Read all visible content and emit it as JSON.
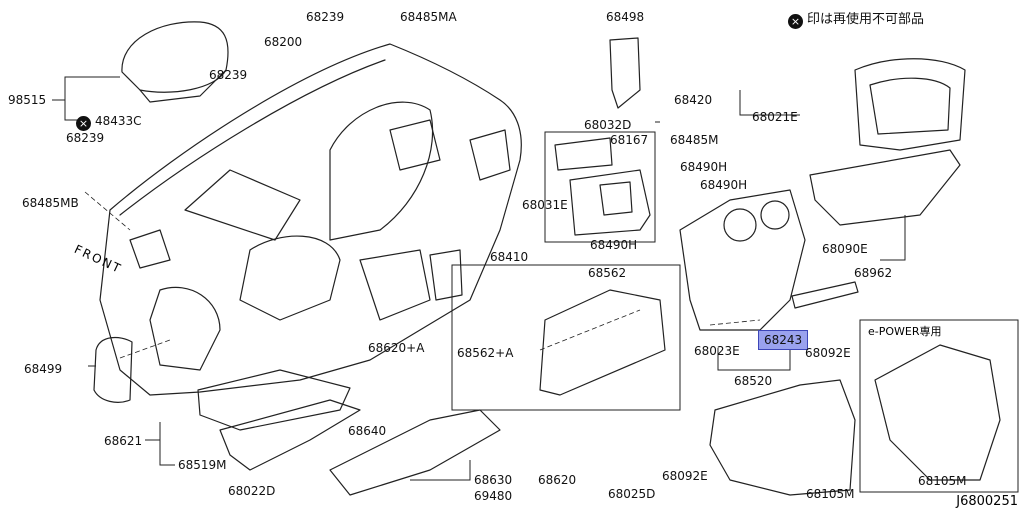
{
  "legend": {
    "mark": "×",
    "text": "印は再使用不可部品"
  },
  "figure_code": "J6800251",
  "front_label": "FRONT",
  "inset_title": "e-POWER専用",
  "highlight_part": "68243",
  "parts": {
    "p68239a": "68239",
    "p68485MA": "68485MA",
    "p68498": "68498",
    "p68200": "68200",
    "p68239b": "68239",
    "p98515": "98515",
    "p48433C": "48433C",
    "p68239c": "68239",
    "p68485MB": "68485MB",
    "p68420": "68420",
    "p68021E": "68021E",
    "p68032D": "68032D",
    "p68167": "68167",
    "p68485M": "68485M",
    "p68490Ha": "68490H",
    "p68490Hb": "68490H",
    "p68031E": "68031E",
    "p68490Hc": "68490H",
    "p68090E": "68090E",
    "p68962": "68962",
    "p68410": "68410",
    "p68562": "68562",
    "p68620A": "68620+A",
    "p68562A": "68562+A",
    "p68243": "68243",
    "p68023E": "68023E",
    "p68092Ea": "68092E",
    "p68520": "68520",
    "p68499": "68499",
    "p68621": "68621",
    "p68640": "68640",
    "p68519M": "68519M",
    "p68022D": "68022D",
    "p68630": "68630",
    "p68620": "68620",
    "p69480": "69480",
    "p68025D": "68025D",
    "p68092Eb": "68092E",
    "p68105Ma": "68105M",
    "p68105Mb": "68105M"
  }
}
